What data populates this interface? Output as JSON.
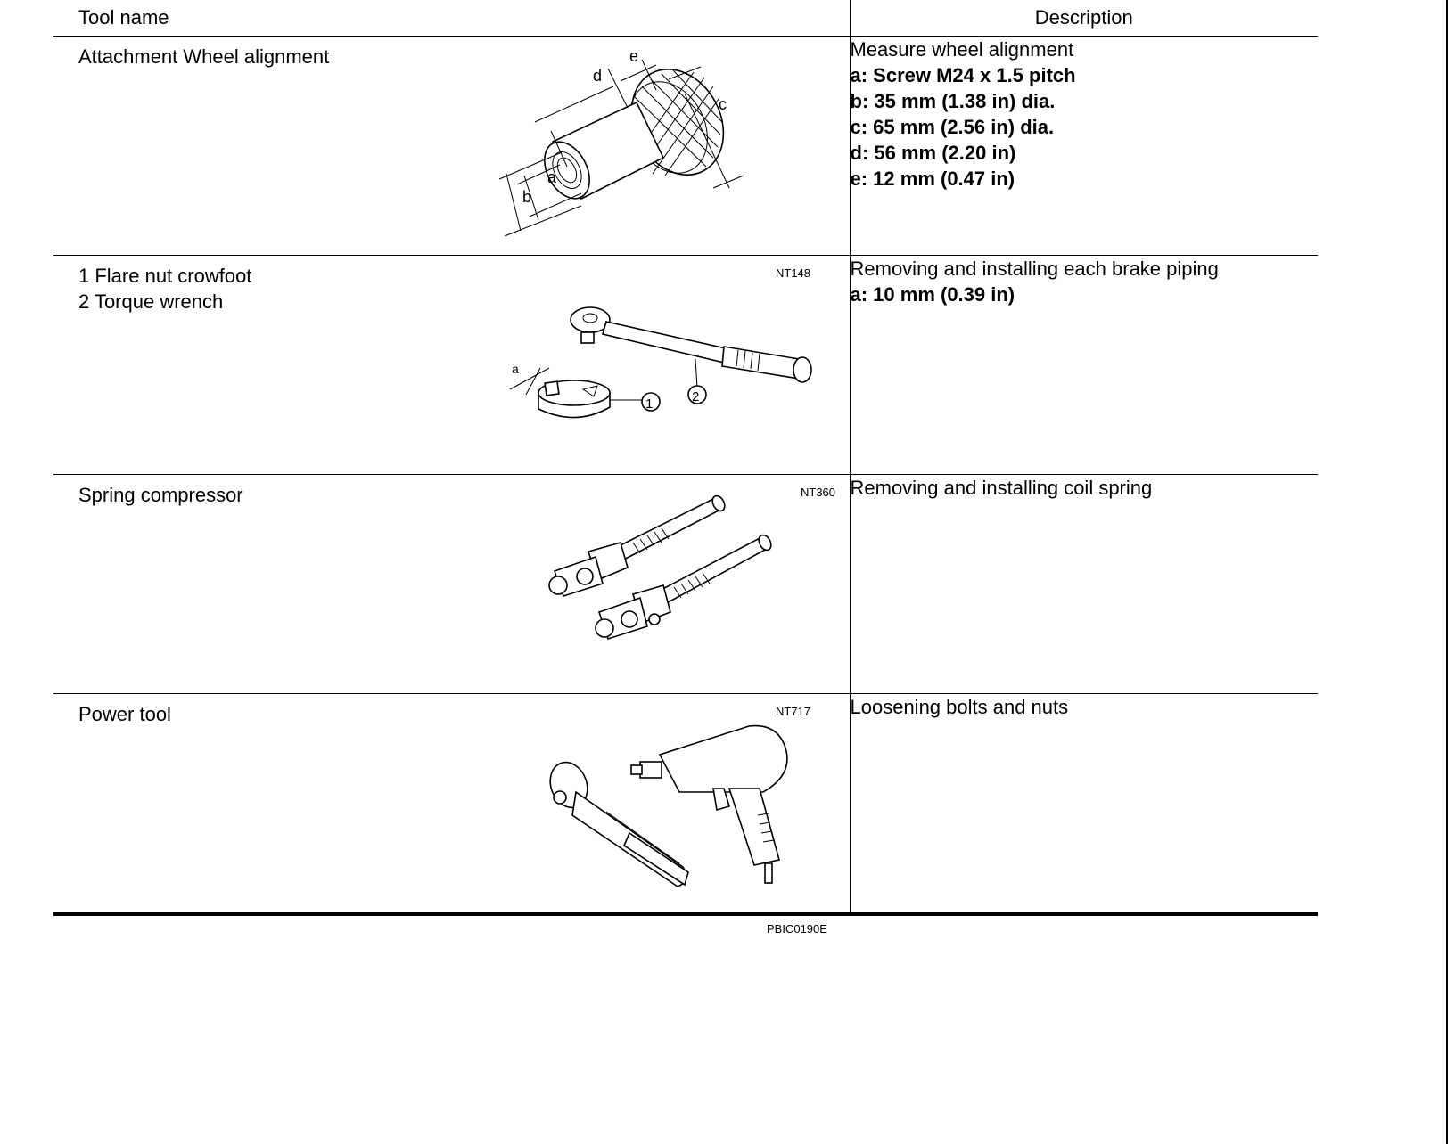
{
  "table": {
    "headers": {
      "tool_name": "Tool name",
      "description": "Description"
    },
    "rows": [
      {
        "names": [
          "Attachment Wheel alignment"
        ],
        "figure_code": "NT148",
        "figure_labels": [
          "a",
          "b",
          "c",
          "d",
          "e"
        ],
        "description": "Measure wheel alignment",
        "specs": [
          "a: Screw M24 x 1.5 pitch",
          "b: 35 mm (1.38 in) dia.",
          "c: 65 mm (2.56 in) dia.",
          "d: 56 mm (2.20 in)",
          "e: 12 mm (0.47 in)"
        ]
      },
      {
        "names": [
          "1 Flare nut crowfoot",
          "2 Torque wrench"
        ],
        "figure_code": "NT360",
        "figure_labels": [
          "a",
          "1",
          "2"
        ],
        "description": "Removing and installing each brake piping",
        "specs": [
          "a: 10 mm (0.39 in)"
        ]
      },
      {
        "names": [
          "Spring compressor"
        ],
        "figure_code": "NT717",
        "figure_labels": [],
        "description": "Removing and installing coil spring",
        "specs": []
      },
      {
        "names": [
          "Power tool"
        ],
        "figure_code": "PBIC0190E",
        "figure_labels": [],
        "description": "Loosening bolts and nuts",
        "specs": []
      }
    ]
  }
}
